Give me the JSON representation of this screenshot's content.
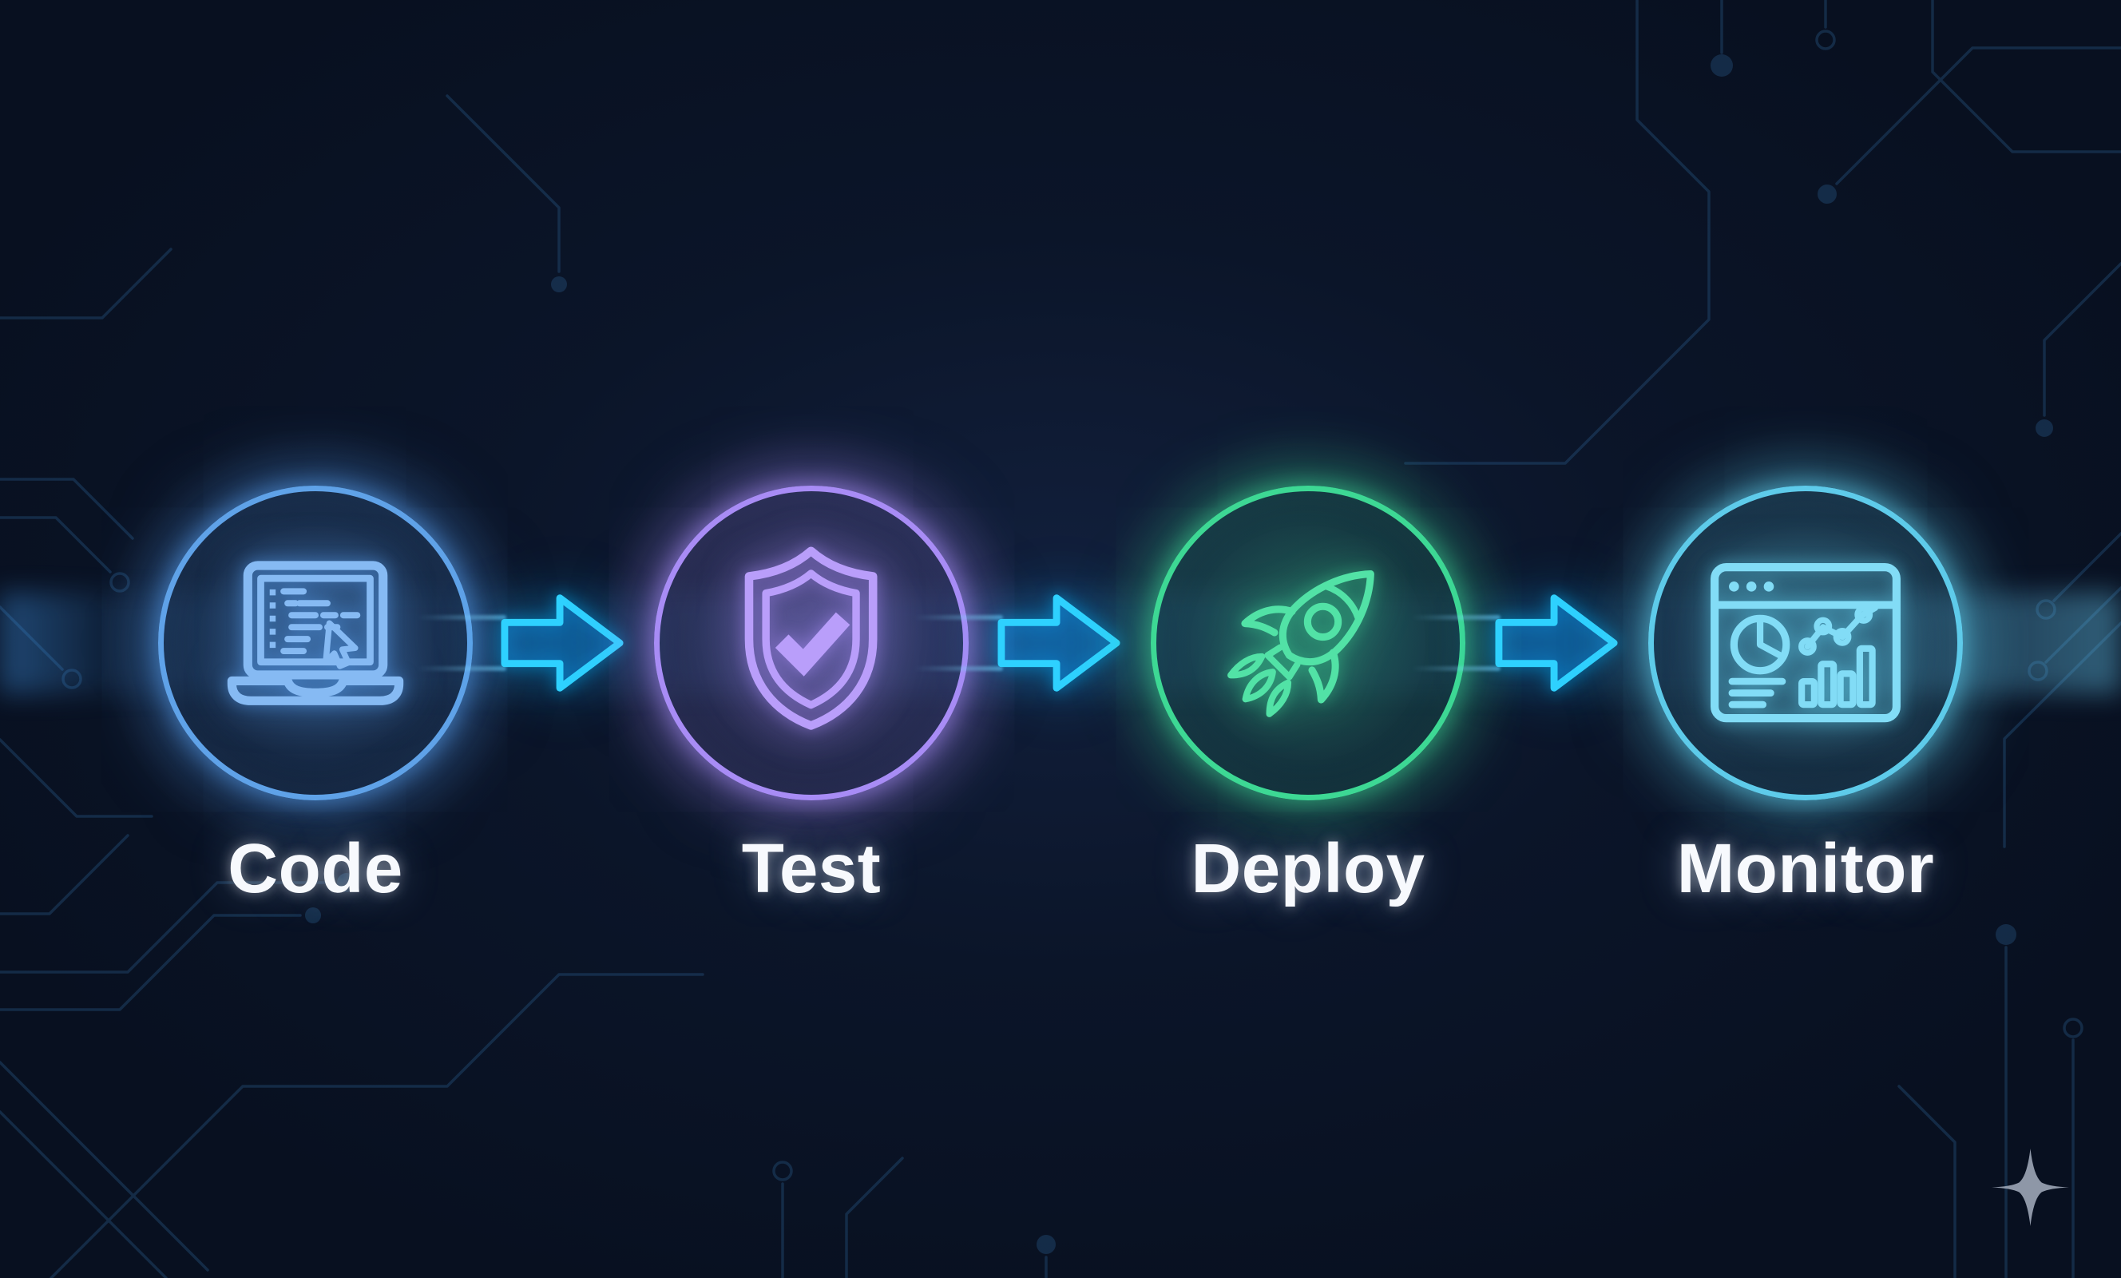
{
  "pipeline": {
    "steps": [
      {
        "label": "Code",
        "icon": "laptop-code",
        "color": "#5fa2e8",
        "icon_color": "#86baf3",
        "glow": "rgba(86,156,235,0.50)",
        "tint": "rgba(95,162,232,0.15)"
      },
      {
        "label": "Test",
        "icon": "shield-check",
        "color": "#a88cf5",
        "icon_color": "#b99efa",
        "glow": "rgba(168,140,245,0.50)",
        "tint": "rgba(168,140,245,0.15)"
      },
      {
        "label": "Deploy",
        "icon": "rocket",
        "color": "#3dd894",
        "icon_color": "#52e2a6",
        "glow": "rgba(61,216,148,0.45)",
        "tint": "rgba(61,216,148,0.13)"
      },
      {
        "label": "Monitor",
        "icon": "dashboard-analytics",
        "color": "#5ecbea",
        "icon_color": "#82dcf6",
        "glow": "rgba(94,203,234,0.50)",
        "tint": "rgba(94,203,234,0.15)"
      }
    ],
    "connector": {
      "icon": "arrow-right",
      "color": "#2ed1ff",
      "glow": "rgba(0,178,255,0.60)",
      "fill": "rgba(30,140,255,0.22)"
    }
  },
  "decor": {
    "sparkle_color": "#9aa3b3",
    "circuit_color": "#2b5f8f",
    "background_color": "#0b1529"
  }
}
